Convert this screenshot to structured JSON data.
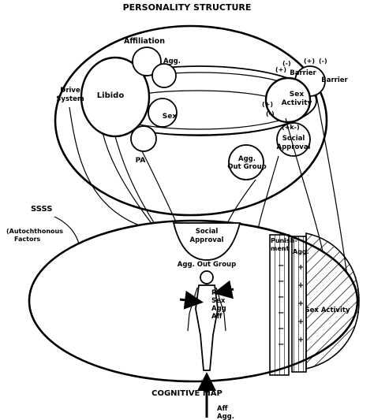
{
  "diagram": {
    "title": "PERSONALITY STRUCTURE",
    "drive_system_label": [
      "Drive",
      "System"
    ],
    "nodes": {
      "affiliation": "Affiliation",
      "libido": "Libido",
      "agg_top": "Agg.",
      "sex": "Sex",
      "pa": "PA",
      "barrier_1": "Barrier",
      "barrier_2": "Barrier",
      "sex_activity_top": [
        "Sex",
        "Activity"
      ],
      "social_approval_top": [
        "Social",
        "Approval"
      ],
      "agg_out_group_top": [
        "Agg.",
        "Out Group"
      ]
    },
    "signs": {
      "paren_plus": "(+)",
      "paren_minus": "(-)",
      "plus": "+",
      "minus": "−",
      "plus_k": "(+k-)"
    },
    "left_annotation": {
      "ssss": "SSSS",
      "autochthonous": [
        "(Autochthonous",
        "Factors"
      ]
    },
    "cognitive_map": {
      "social_approval": [
        "Social",
        "Approval"
      ],
      "agg_out_group": "Agg. Out Group",
      "punishment": [
        "Punish-",
        "ment"
      ],
      "agg": "Agg.",
      "sex_activity": "Sex Activity",
      "figure_labels": [
        "PA",
        "Sex",
        "Agg",
        "Aff"
      ],
      "bottom_title": "COGNITIVE MAP",
      "input_labels": [
        "Aff",
        "Agg."
      ]
    }
  }
}
